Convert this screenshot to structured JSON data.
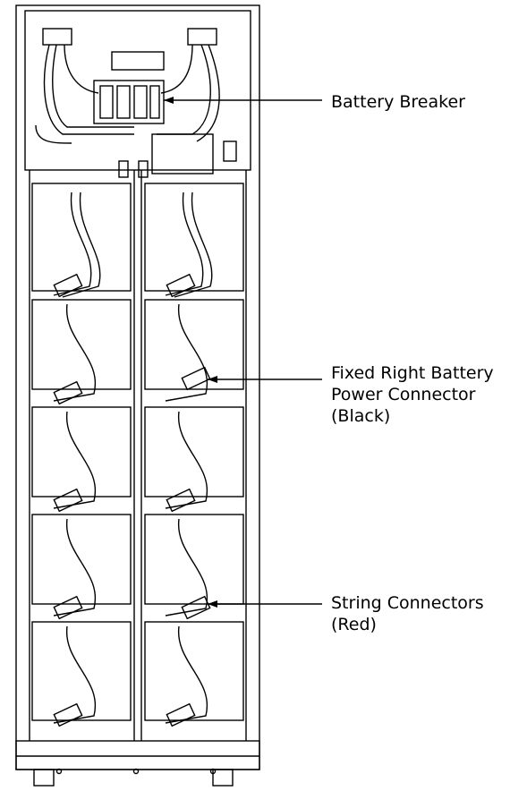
{
  "callouts": {
    "battery_breaker": "Battery Breaker",
    "fixed_right_connector": "Fixed Right Battery\nPower Connector\n(Black)",
    "string_connectors": "String Connectors\n(Red)"
  },
  "colors": {
    "line": "#000000",
    "background": "#ffffff"
  }
}
